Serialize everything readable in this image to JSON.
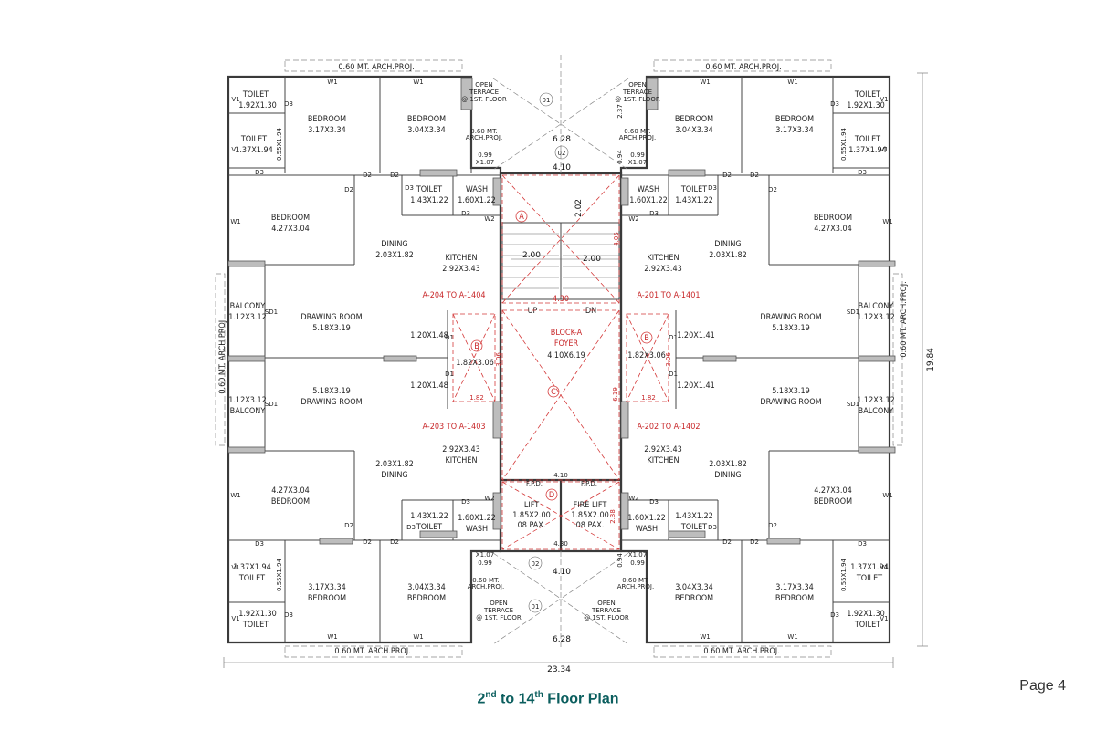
{
  "title": {
    "part1": "2",
    "sup1": "nd",
    "part2": " to 14",
    "sup2": "th",
    "part3": " Floor Plan"
  },
  "page_label": "Page 4",
  "colors": {
    "accent": "#0b5e5e",
    "red": "#c8282a"
  },
  "plan": {
    "arch_proj": "0.60 MT. ARCH.PROJ.",
    "arch_proj_side": "0.60 MT. ARCH.PROJ.",
    "overall_width": "23.34",
    "overall_height": "19.84",
    "top_dims": [
      "6.28",
      "4.10"
    ],
    "bottom_dims": [
      "4.10",
      "6.28"
    ],
    "stair_dims": [
      "2.02",
      "2.00",
      "2.00",
      "4.30",
      "4.05"
    ],
    "core": {
      "block": "BLOCK-A",
      "foyer": "FOYER",
      "foyer_size": "4.10X6.19",
      "up": "UP",
      "dn": "DN"
    },
    "lift": {
      "lift": "LIFT",
      "lift_size": "1.85X2.00",
      "lift_pax": "08 PAX.",
      "fire_lift": "FIRE LIFT",
      "fire_size": "1.85X2.00",
      "fire_pax": "08 PAX.",
      "fpd": "F.P.D."
    },
    "core_dims": {
      "w_top": "4.10",
      "w_mid": "4.30",
      "w_bot": "4.10",
      "h_side": "6.19",
      "lift_h": "2.38",
      "lobby_w": "1.82",
      "lobby_h": "3.06",
      "lobby_size": "1.82X3.06",
      "low_w": "0.94",
      "top_h": "2.37",
      "top_w2": "0.94"
    },
    "circles": [
      "A",
      "B",
      "B",
      "C",
      "D",
      "01",
      "02",
      "02",
      "01"
    ],
    "flat_ranges": [
      "A-204 TO A-1404",
      "A-201 TO A-1401",
      "A-203 TO A-1403",
      "A-202 TO A-1402"
    ],
    "rooms": {
      "toilet": "TOILET",
      "bedroom": "BEDROOM",
      "dining": "DINING",
      "kitchen": "KITCHEN",
      "drawing": "DRAWING ROOM",
      "balcony": "BALCONY",
      "wash": "WASH",
      "open_terrace": [
        "OPEN",
        "TERRACE",
        "@ 1ST. FLOOR"
      ],
      "arch_small": [
        "0.60 MT.",
        "ARCH.PROJ."
      ],
      "s_toilet1": "1.92X1.30",
      "s_toilet2": "1.37X1.94",
      "s_toilet3": "1.43X1.22",
      "s_bed1": "3.17X3.34",
      "s_bed2": "3.04X3.34",
      "s_bed3": "4.27X3.04",
      "s_dining": "2.03X1.82",
      "s_kitchen": "2.92X3.43",
      "s_drawing": "5.18X3.19",
      "s_balcony": "1.12X3.12",
      "s_wash": "1.60X1.22",
      "s_duct": "0.99",
      "s_duct2": "X1.07",
      "s_duct3": "0.55X1.94",
      "s_pass": "1.20X1.48",
      "s_pass2": "1.20X1.41"
    },
    "tags": {
      "w1": "W1",
      "w2": "W2",
      "v1": "V1",
      "d1": "D1",
      "d2": "D2",
      "d3": "D3",
      "sd1": "SD1"
    }
  }
}
